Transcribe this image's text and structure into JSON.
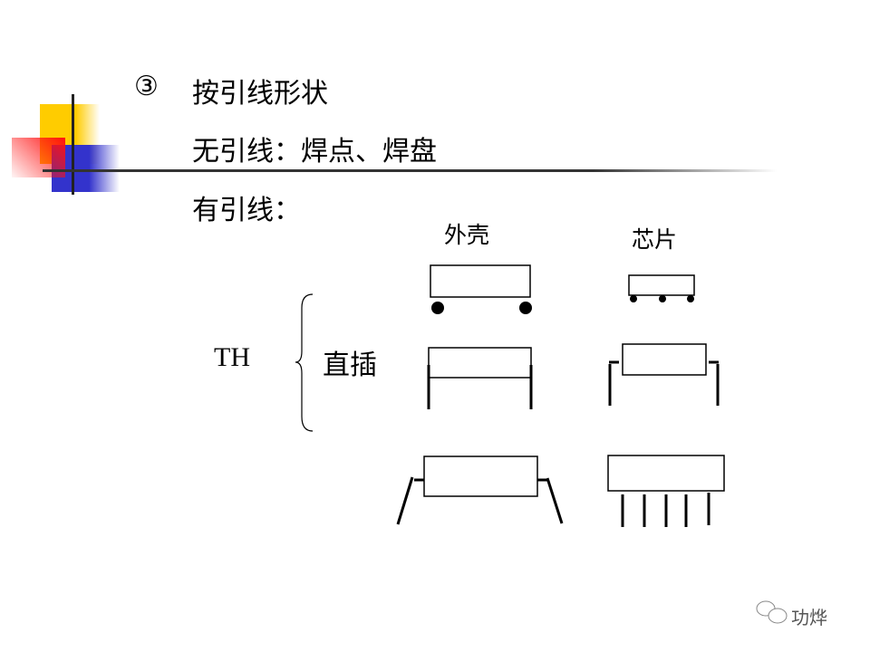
{
  "heading": {
    "number": "③",
    "title": "按引线形状"
  },
  "lines": [
    "无引线：焊点、焊盘",
    "有引线："
  ],
  "columns": {
    "shell": "外壳",
    "chip": "芯片"
  },
  "group": {
    "abbr": "TH",
    "label": "直插"
  },
  "watermark": "功烨",
  "colors": {
    "yellow": "#FFCC00",
    "red": "#FF2020",
    "blue": "#3333CC",
    "rule": "#333333"
  }
}
